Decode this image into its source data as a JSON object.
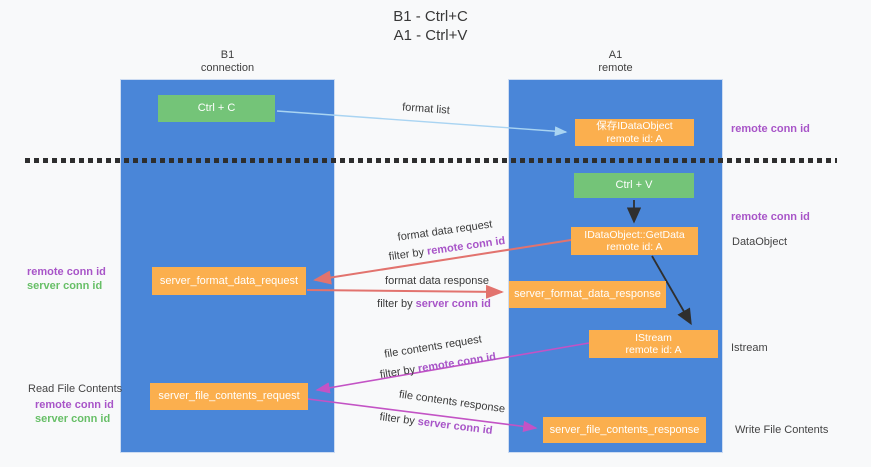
{
  "title": {
    "line1": "B1 - Ctrl+C",
    "line2": "A1 - Ctrl+V"
  },
  "lanes": {
    "left": {
      "name": "B1",
      "subtitle": "connection"
    },
    "right": {
      "name": "A1",
      "subtitle": "remote"
    }
  },
  "nodes": {
    "ctrl_c": {
      "label": "Ctrl + C"
    },
    "save_idataobject": {
      "line1": "保存IDataObject",
      "line2": "remote id: A"
    },
    "ctrl_v": {
      "label": "Ctrl + V"
    },
    "getdata": {
      "line1": "IDataObject::GetData",
      "line2": "remote id: A"
    },
    "server_format_data_request": {
      "label": "server_format_data_request"
    },
    "server_format_data_response": {
      "label": "server_format_data_response"
    },
    "istream": {
      "line1": "IStream",
      "line2": "remote id: A"
    },
    "server_file_contents_request": {
      "label": "server_file_contents_request"
    },
    "server_file_contents_response": {
      "label": "server_file_contents_response"
    }
  },
  "edge_labels": {
    "format_list": "format list",
    "format_data_request": "format data request",
    "format_data_response": "format data response",
    "file_contents_request": "file contents request",
    "file_contents_response": "file contents response",
    "filter_by": "filter by",
    "remote_conn_id": "remote conn id",
    "server_conn_id": "server conn id"
  },
  "side_labels": {
    "remote_conn_id": "remote conn id",
    "server_conn_id": "server conn id",
    "dataobject": "DataObject",
    "istream": "Istream",
    "read_file_contents": "Read File Contents",
    "write_file_contents": "Write File Contents"
  },
  "colors": {
    "lane_blue": "#4a86d8",
    "box_orange": "#fbaf4e",
    "box_green": "#74c478",
    "label_purple": "#a855c8",
    "label_green": "#67bf67",
    "arrow_salmon": "#e2736e",
    "arrow_magenta": "#c353c5",
    "arrow_blue": "#a9d4f2",
    "arrow_black": "#2f2f2f"
  }
}
